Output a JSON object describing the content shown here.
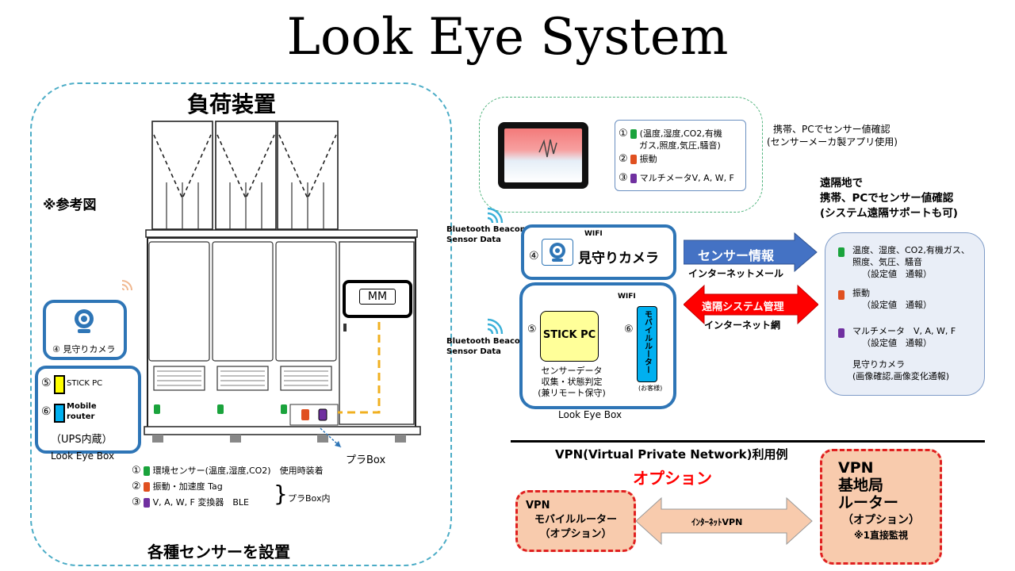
{
  "title": "Look Eye System",
  "left": {
    "heading": "負荷装置",
    "reference": "※参考図",
    "footer": "各種センサーを設置",
    "mm_label": "MM",
    "camera_label": "④ 見守りカメラ",
    "stick_pc": {
      "num": "⑤",
      "label": "STICK PC"
    },
    "mobile_router": {
      "num": "⑥",
      "label1": "Mobile",
      "label2": "router"
    },
    "ups": "（UPS内蔵）",
    "box_caption": "Look Eye Box",
    "pla_box": "プラBox",
    "sensors": [
      {
        "num": "①",
        "text": "環境センサー(温度,湿度,CO2)　使用時装着"
      },
      {
        "num": "②",
        "text": "振動・加速度 Tag"
      },
      {
        "num": "③",
        "text": "V, A, W, F  変換器　BLE"
      }
    ],
    "in_pla_box": "プラBox内"
  },
  "tablet_panel": {
    "items": [
      {
        "num": "①",
        "text1": "(温度,湿度,CO2,有機",
        "text2": "ガス,照度,気圧,騒音)"
      },
      {
        "num": "②",
        "text1": "振動"
      },
      {
        "num": "③",
        "text1": "マルチメータV, A, W, F"
      }
    ],
    "note1": "携帯、PCでセンサー値確認",
    "note2": "(センサーメーカ製アプリ使用)"
  },
  "bluetooth": {
    "line1": "Bluetooth Beacon",
    "line2": "Sensor Data"
  },
  "camera_box": {
    "num": "④",
    "label": "見守りカメラ",
    "wifi": "WIFI"
  },
  "look_eye_box": {
    "wifi": "WIFI",
    "num5": "⑤",
    "stick": "STICK PC",
    "num6": "⑥",
    "router": "モバイルルーター",
    "customer": "(お客様)",
    "desc": [
      "センサーデータ",
      "収集・状態判定",
      "(兼リモート保守)"
    ],
    "caption": "Look Eye Box"
  },
  "arrows": {
    "sensor_info": "センサー情報",
    "internet_mail": "インターネットメール",
    "remote_mgmt": "遠隔システム管理",
    "internet_net": "インターネット網"
  },
  "remote": {
    "heading": [
      "遠隔地で",
      "携帯、PCでセンサー値確認",
      "(システム遠隔サポートも可)"
    ],
    "items": [
      {
        "lines": [
          "温度、湿度、CO2,有機ガス、",
          "照度、気圧、騒音",
          "（設定値　通報）"
        ]
      },
      {
        "lines": [
          "振動",
          "（設定値　通報）"
        ]
      },
      {
        "lines": [
          "マルチメータ　V, A, W, F",
          "（設定値　通報）"
        ]
      },
      {
        "lines": [
          "見守りカメラ",
          "(画像確認,画像変化通報)"
        ]
      }
    ]
  },
  "vpn": {
    "heading": "VPN(Virtual Private Network)利用例",
    "option": "オプション",
    "left": [
      "VPN",
      "モバイルルーター",
      "（オプション）"
    ],
    "arrow": "ｲﾝﾀｰﾈｯﾄVPN",
    "right": [
      "VPN",
      "基地局",
      "ルーター",
      "（オプション）",
      "※1直接監視"
    ]
  },
  "colors": {
    "accent_blue": "#2e75b6",
    "arrow_blue": "#4472c4",
    "arrow_red": "#ff0000",
    "sensor_green": "#1aa33c",
    "sensor_red": "#e05020",
    "sensor_purple": "#7030a0",
    "vpn_fill": "#f8cbad"
  }
}
